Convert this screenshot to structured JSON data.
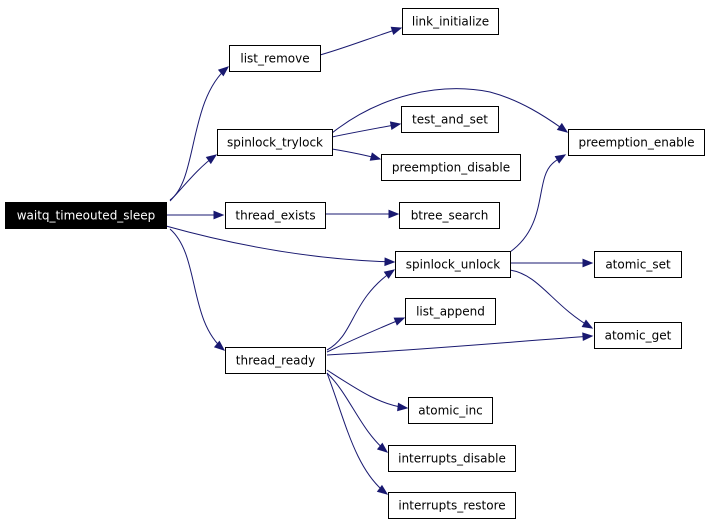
{
  "diagram": {
    "type": "call-graph",
    "nodes": [
      {
        "id": "waitq_timeouted_sleep",
        "label": "waitq_timeouted_sleep",
        "root": true
      },
      {
        "id": "list_remove",
        "label": "list_remove"
      },
      {
        "id": "link_initialize",
        "label": "link_initialize"
      },
      {
        "id": "spinlock_trylock",
        "label": "spinlock_trylock"
      },
      {
        "id": "test_and_set",
        "label": "test_and_set"
      },
      {
        "id": "preemption_disable",
        "label": "preemption_disable"
      },
      {
        "id": "preemption_enable",
        "label": "preemption_enable"
      },
      {
        "id": "thread_exists",
        "label": "thread_exists"
      },
      {
        "id": "btree_search",
        "label": "btree_search"
      },
      {
        "id": "spinlock_unlock",
        "label": "spinlock_unlock"
      },
      {
        "id": "atomic_set",
        "label": "atomic_set"
      },
      {
        "id": "atomic_get",
        "label": "atomic_get"
      },
      {
        "id": "thread_ready",
        "label": "thread_ready"
      },
      {
        "id": "list_append",
        "label": "list_append"
      },
      {
        "id": "atomic_inc",
        "label": "atomic_inc"
      },
      {
        "id": "interrupts_disable",
        "label": "interrupts_disable"
      },
      {
        "id": "interrupts_restore",
        "label": "interrupts_restore"
      }
    ],
    "edges": [
      {
        "from": "waitq_timeouted_sleep",
        "to": "list_remove"
      },
      {
        "from": "waitq_timeouted_sleep",
        "to": "spinlock_trylock"
      },
      {
        "from": "waitq_timeouted_sleep",
        "to": "thread_exists"
      },
      {
        "from": "waitq_timeouted_sleep",
        "to": "spinlock_unlock"
      },
      {
        "from": "waitq_timeouted_sleep",
        "to": "thread_ready"
      },
      {
        "from": "list_remove",
        "to": "link_initialize"
      },
      {
        "from": "spinlock_trylock",
        "to": "preemption_enable"
      },
      {
        "from": "spinlock_trylock",
        "to": "test_and_set"
      },
      {
        "from": "spinlock_trylock",
        "to": "preemption_disable"
      },
      {
        "from": "thread_exists",
        "to": "btree_search"
      },
      {
        "from": "spinlock_unlock",
        "to": "preemption_enable"
      },
      {
        "from": "spinlock_unlock",
        "to": "atomic_set"
      },
      {
        "from": "spinlock_unlock",
        "to": "atomic_get"
      },
      {
        "from": "thread_ready",
        "to": "spinlock_unlock"
      },
      {
        "from": "thread_ready",
        "to": "list_append"
      },
      {
        "from": "thread_ready",
        "to": "atomic_get"
      },
      {
        "from": "thread_ready",
        "to": "atomic_inc"
      },
      {
        "from": "thread_ready",
        "to": "interrupts_disable"
      },
      {
        "from": "thread_ready",
        "to": "interrupts_restore"
      }
    ],
    "colors": {
      "edge": "#191970",
      "node_border": "#000000",
      "node_fill": "#ffffff",
      "root_fill": "#000000",
      "root_text": "#ffffff"
    }
  }
}
